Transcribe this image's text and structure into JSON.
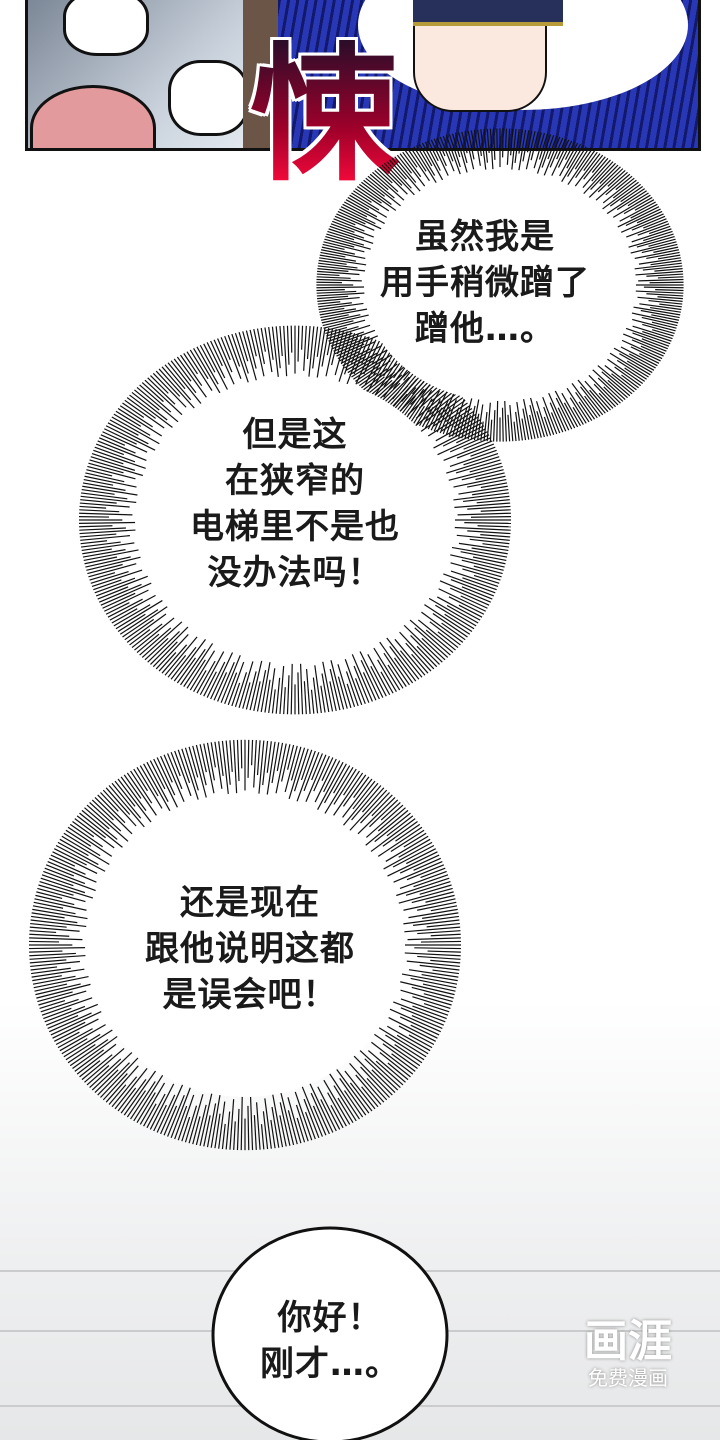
{
  "sfx": "悚",
  "bubbles": [
    {
      "lines": [
        "虽然我是",
        "用手稍微蹭了",
        "蹭他…。"
      ]
    },
    {
      "lines": [
        "但是这",
        "在狭窄的",
        "电梯里不是也",
        "没办法吗！"
      ]
    },
    {
      "lines": [
        "还是现在",
        "跟他说明这都",
        "是误会吧！"
      ]
    },
    {
      "lines": [
        "你好！",
        "刚才…。"
      ]
    }
  ],
  "watermark": {
    "logo": "画涯",
    "tagline": "免费漫画"
  },
  "colors": {
    "sfx_top": "#2a0d2a",
    "sfx_bottom": "#ff0a3c",
    "panel_blue": "#2837b5"
  }
}
